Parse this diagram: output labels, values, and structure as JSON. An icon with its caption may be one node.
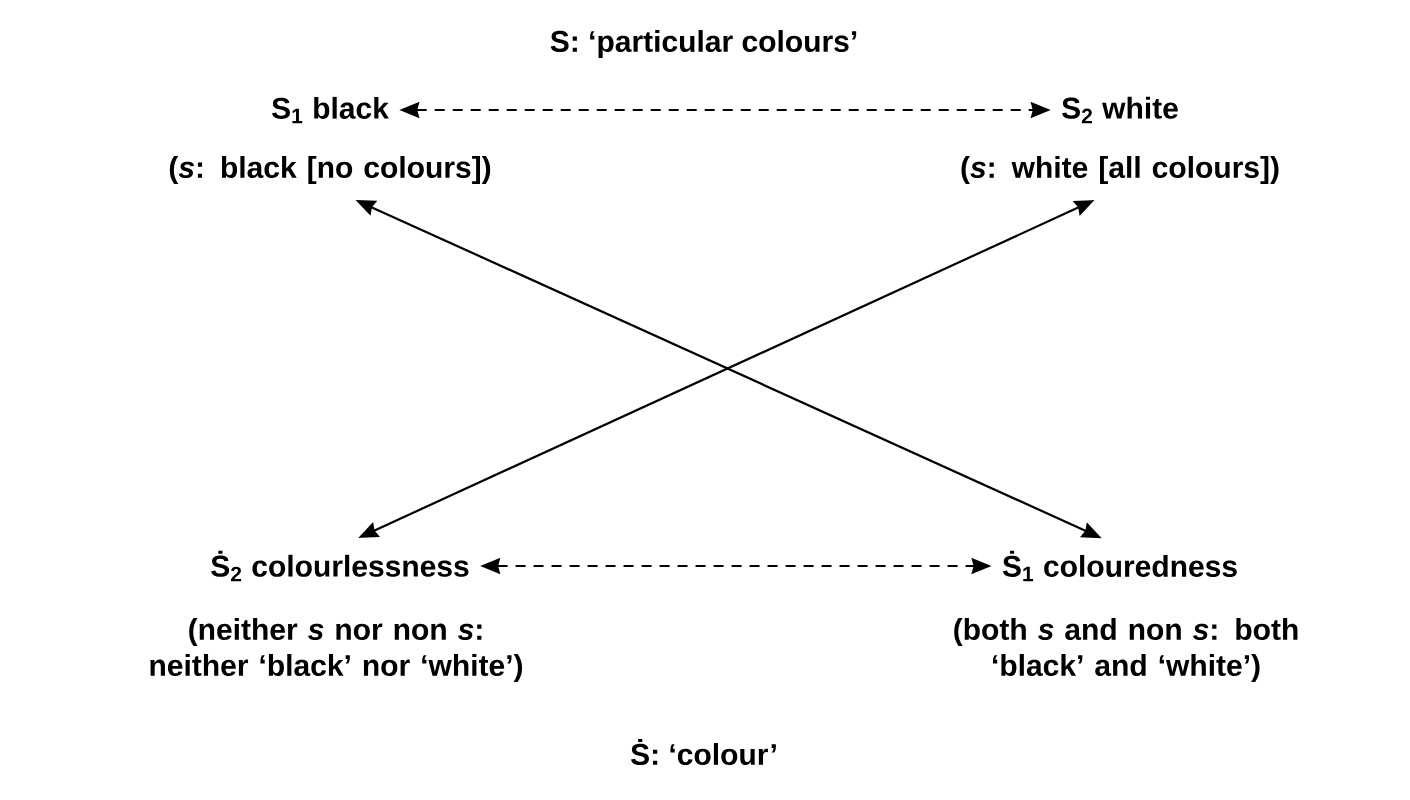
{
  "diagram": {
    "nodes": [
      {
        "text": [
          "S$_{1}$ black",
          "(*s*: black [no colours])"
        ]
      },
      {
        "text": [
          "S$_{2}$ white",
          "(*s*: white [all colours])"
        ]
      },
      {
        "text": [
          "Ṡ$_{2}$ colourlessness",
          "(neither *s* nor non *s*: neither ‘black’ nor ‘white’)"
        ]
      },
      {
        "text": [
          "Ṡ$_{1}$ colouredness",
          "(both *s* and non *s*: both ‘black’ and ‘white’)"
        ]
      }
    ],
    "edges": [
      {
        "from": 0,
        "to": 1,
        "arrow": "both",
        "style": "dashed"
      },
      {
        "from": 0,
        "to": 3,
        "arrow": "both"
      },
      {
        "from": 1,
        "to": 2,
        "arrow": "both"
      },
      {
        "from": 2,
        "to": 3,
        "arrow": "both",
        "style": "dashed"
      }
    ],
    "labels": [
      "S: ‘particular colours’",
      "Ṡ: ‘colour’"
    ]
  }
}
